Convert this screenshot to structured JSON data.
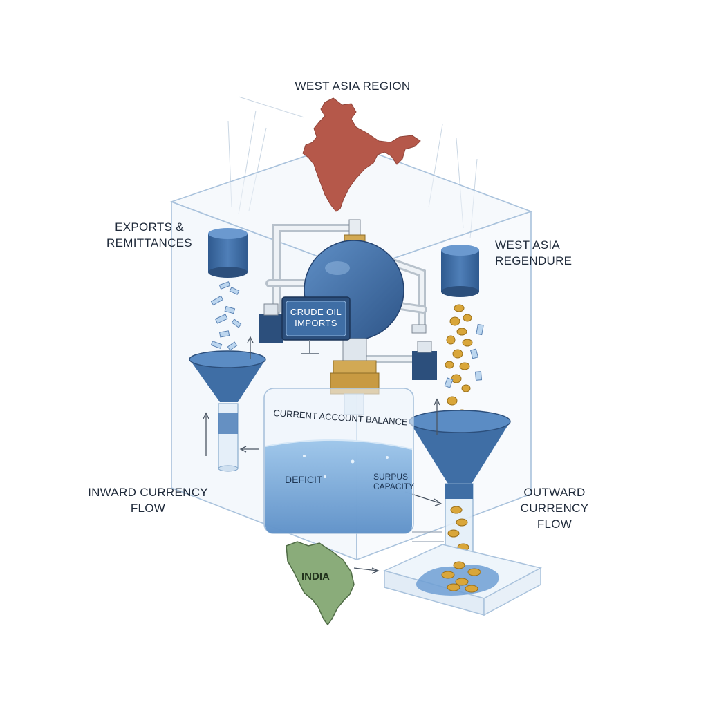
{
  "labels": {
    "top_region": "WEST ASIA REGION",
    "left_source": [
      "EXPORTS &",
      "REMITTANCES"
    ],
    "right_source": "WEST ASIA REGENDURE",
    "inward_flow": [
      "INWARD CURRENCY",
      "FLOW"
    ],
    "outward_flow": [
      "OUTWARD CURRENCY",
      "FLOW"
    ],
    "pump_sign": [
      "CRUDE OIL",
      "IMPORTS"
    ],
    "tank_title": "CURRENT ACCOUNT BALANCE",
    "tank_deficit": "DEFICIT",
    "tank_surplus": [
      "SURPUS",
      "CAPACITY"
    ],
    "india_map": "INDIA"
  },
  "colors": {
    "accent_blue": "#3f6ea5",
    "dark_blue": "#2c4f7c",
    "glass_edge": "#a9c2dc",
    "map_red": "#b5584a",
    "map_green": "#8aac7a",
    "coin_gold": "#d9a63a",
    "brass": "#d2a954"
  }
}
